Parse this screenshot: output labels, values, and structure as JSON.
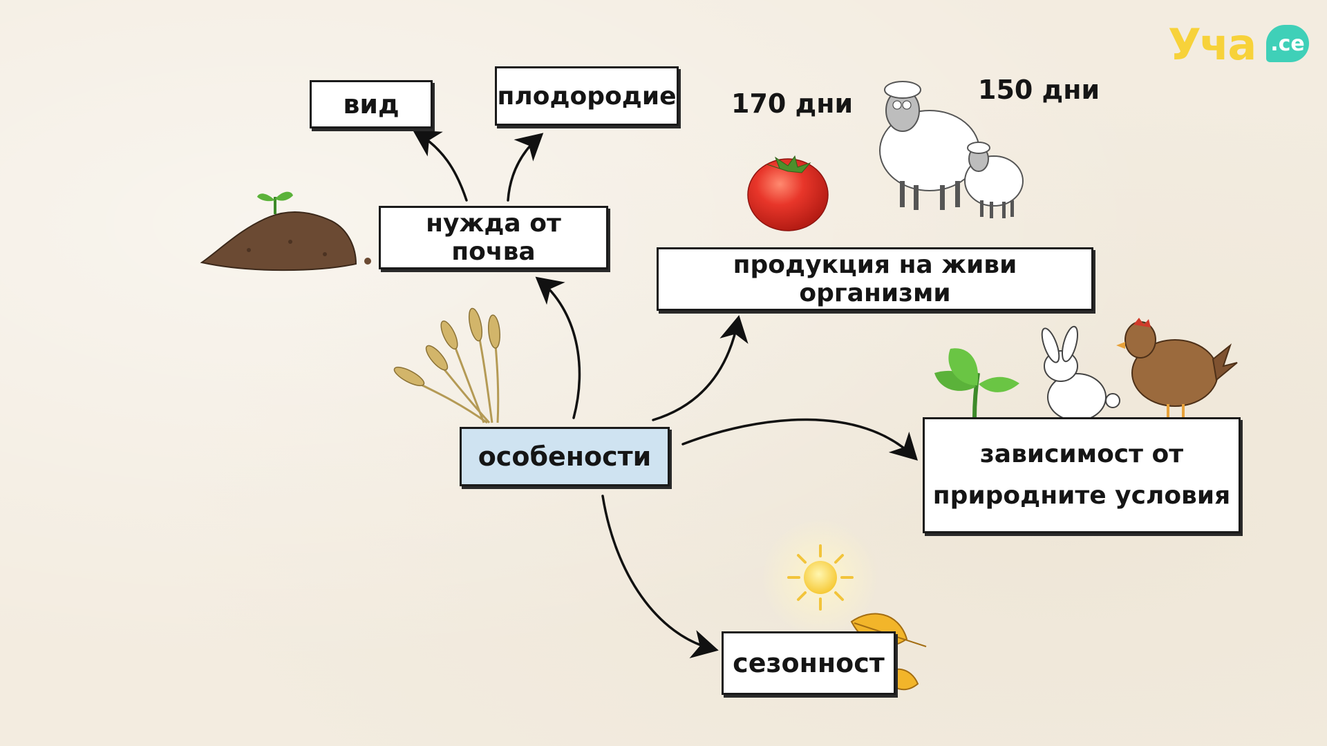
{
  "logo": {
    "text": "Уча",
    "badge": ".ce"
  },
  "nodes": {
    "center": "особености",
    "soil_need": "нужда от почва",
    "type": "вид",
    "fertility": "плодородие",
    "production": "продукция на живи организми",
    "dependency_line1": "зависимост от",
    "dependency_line2": "природните условия",
    "seasonality": "сезонност"
  },
  "labels": {
    "tomato_days": "170 дни",
    "sheep_days": "150 дни"
  },
  "colors": {
    "center_fill": "#cfe3f1",
    "box_fill": "#ffffff",
    "outline": "#1a1a1a",
    "logo_yellow": "#f7d23a",
    "logo_teal": "#3fd0b8"
  }
}
